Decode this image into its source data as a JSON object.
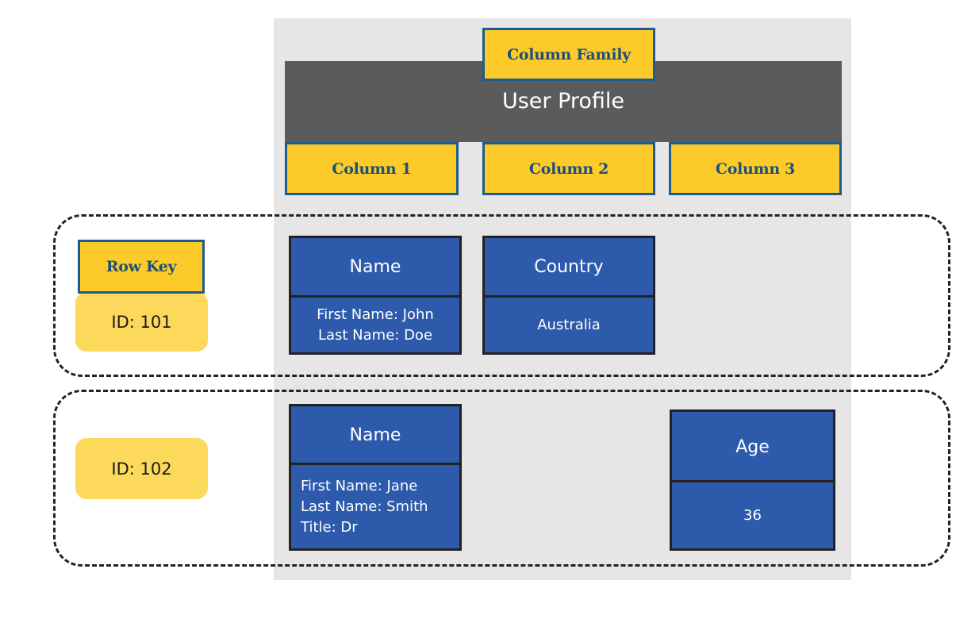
{
  "diagram": {
    "column_family_label": "Column Family",
    "column_family_name": "User Profile",
    "columns": [
      "Column 1",
      "Column 2",
      "Column 3"
    ],
    "row_key_label": "Row Key",
    "rows": [
      {
        "id": "ID: 101",
        "cells": [
          {
            "header": "Name",
            "lines": [
              "First Name: John",
              "Last Name: Doe"
            ]
          },
          {
            "header": "Country",
            "lines": [
              "Australia"
            ]
          }
        ]
      },
      {
        "id": "ID: 102",
        "cells": [
          {
            "header": "Name",
            "lines": [
              "First Name: Jane",
              "Last Name: Smith",
              "Title: Dr"
            ]
          },
          {
            "header": "Age",
            "lines": [
              "36"
            ]
          }
        ]
      }
    ]
  },
  "colors": {
    "label_fill": "#fccb29",
    "label_border": "#1f5b8c",
    "cell_fill": "#2e5aab",
    "profile_bar": "#5b5b5b",
    "panel": "#e6e6e6",
    "id_fill": "#fdd95b"
  }
}
